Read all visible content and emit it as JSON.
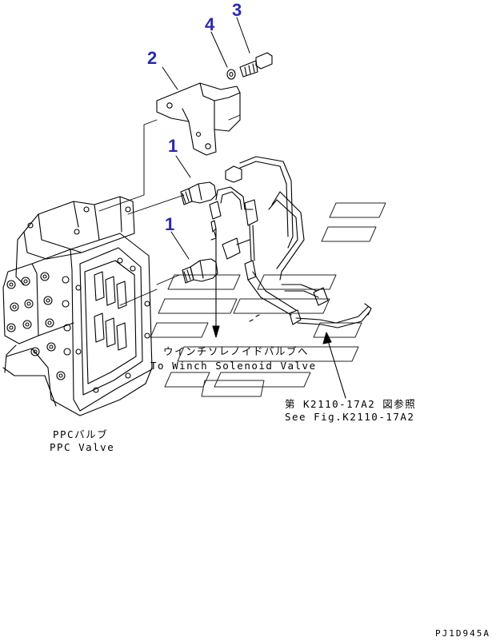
{
  "callouts": {
    "c3": "3",
    "c4": "4",
    "c2": "2",
    "c1a": "1",
    "c1b": "1"
  },
  "labels": {
    "winch_jp": "ウインチソレノイドバルブへ",
    "winch_en": "To Winch Solenoid Valve",
    "ref_jp": "第 K2110-17A2 図参照",
    "ref_en": "See Fig.K2110-17A2",
    "ppc_jp": "PPCバルブ",
    "ppc_en": "PPC Valve"
  },
  "drawing_code": "PJ1D945A",
  "colors": {
    "callout": "#2a2ab0",
    "line": "#000000",
    "background": "#ffffff"
  }
}
